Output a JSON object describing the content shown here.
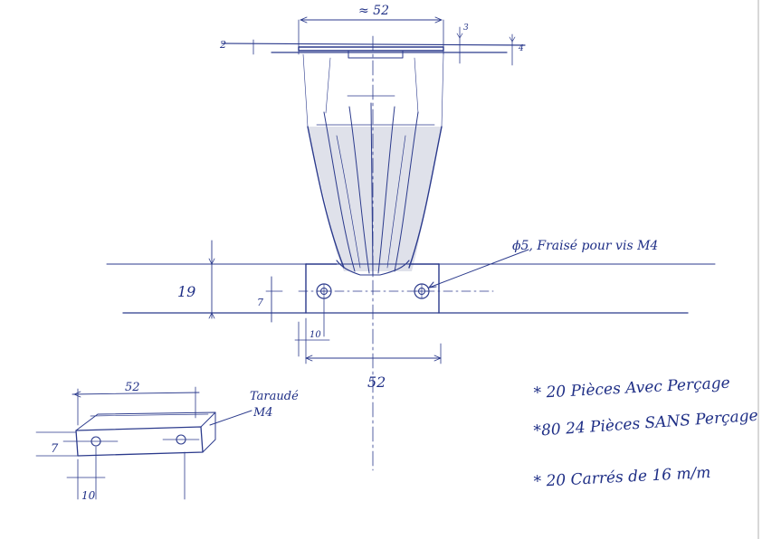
{
  "drawing": {
    "ink_color": "#2b3a8c",
    "hatch_color": "#8a8fa8",
    "paper_color": "#ffffff",
    "top_dimensions": {
      "width_label": "≈ 52",
      "left_offset_label": "2",
      "small_label_a": "3",
      "small_label_b": "4"
    },
    "base_dimensions": {
      "height_label": "19",
      "hole_height_label": "7",
      "hole_offset_label": "10",
      "span_label": "52"
    },
    "hole_callout": "ϕ5, Fraisé pour vis M4",
    "side_view": {
      "width_label": "52",
      "height_label": "7",
      "offset_label": "10",
      "thread_note_line1": "Taraudé",
      "thread_note_line2": "M4"
    },
    "notes": [
      "* 20 Pièces Avec Perçage",
      "*80 24 Pièces SANS Perçage",
      "* 20 Carrés de 16 m/m"
    ]
  }
}
